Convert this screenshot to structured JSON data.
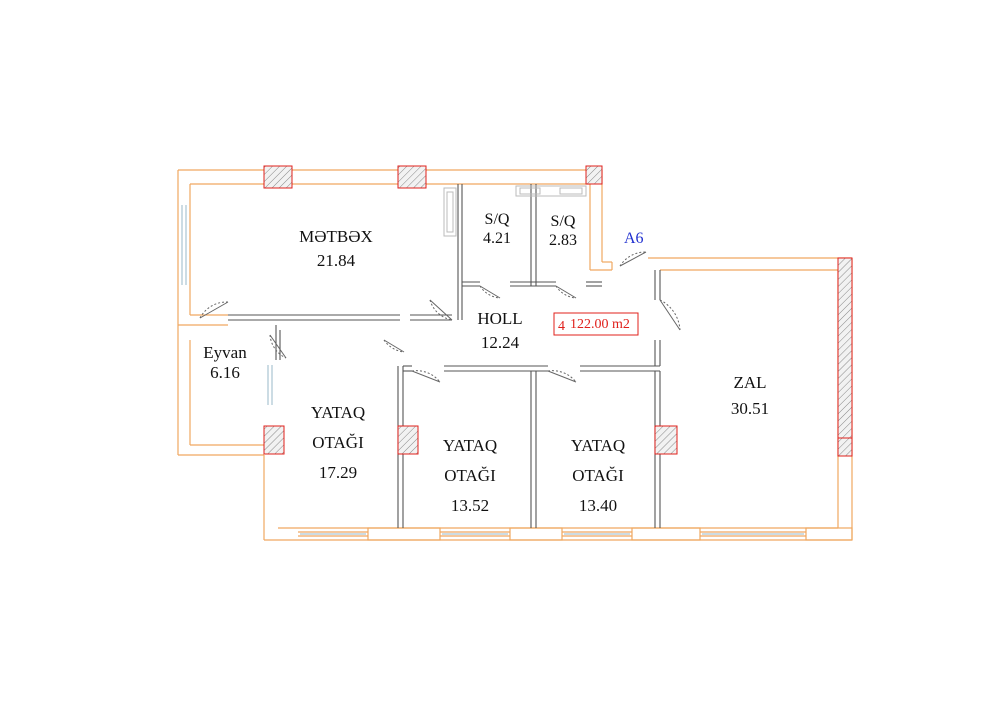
{
  "plan": {
    "apartment_number": "4",
    "apartment_area": "122.00 m2",
    "code": "A6",
    "colors": {
      "outer_wall": "#f0a860",
      "interior_wall": "#555555",
      "column_fill": "#f2f2f2",
      "column_border": "#e0201b",
      "window": "#9ab8c8",
      "highlight": "#e0201b",
      "code": "#1f2fcf"
    },
    "rooms": [
      {
        "id": "kitchen",
        "name": "MƏTBƏX",
        "area": "21.84"
      },
      {
        "id": "bath1",
        "name": "S/Q",
        "area": "4.21"
      },
      {
        "id": "bath2",
        "name": "S/Q",
        "area": "2.83"
      },
      {
        "id": "hall",
        "name": "HOLL",
        "area": "12.24"
      },
      {
        "id": "balcony",
        "name": "Eyvan",
        "area": "6.16"
      },
      {
        "id": "bedroom1",
        "name_line1": "YATAQ",
        "name_line2": "OTAĞI",
        "area": "17.29"
      },
      {
        "id": "bedroom2",
        "name_line1": "YATAQ",
        "name_line2": "OTAĞI",
        "area": "13.52"
      },
      {
        "id": "bedroom3",
        "name_line1": "YATAQ",
        "name_line2": "OTAĞI",
        "area": "13.40"
      },
      {
        "id": "living",
        "name": "ZAL",
        "area": "30.51"
      }
    ]
  }
}
